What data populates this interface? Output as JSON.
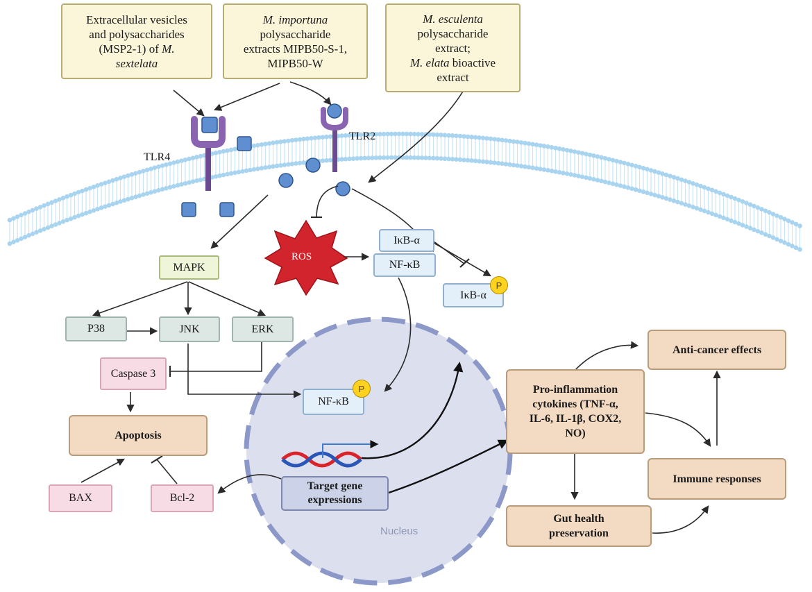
{
  "sources": {
    "sextelata": [
      "Extracellular vesicles",
      "and polysaccharides",
      "(MSP2-1) of ",
      "M.",
      "sextelata"
    ],
    "importuna": [
      "M. importuna",
      "polysaccharide",
      "extracts MIPB50-S-1,",
      "MIPB50-W"
    ],
    "esculenta": [
      "M. esculenta",
      "polysaccharide",
      "extract;",
      "M. elata",
      " bioactive",
      "extract"
    ]
  },
  "receptors": {
    "tlr4": "TLR4",
    "tlr2": "TLR2"
  },
  "ros": "ROS",
  "ikb_nfkb": {
    "ikb": "IκB-α",
    "nfkb": "NF-κB"
  },
  "ikb_p": {
    "label": "IκB-α",
    "badge": "P"
  },
  "nfkb_p": {
    "label": "NF-κB",
    "badge": "P"
  },
  "mapk": {
    "label": "MAPK",
    "p38": "P38",
    "jnk": "JNK",
    "erk": "ERK"
  },
  "caspase": "Caspase 3",
  "apoptosis": "Apoptosis",
  "bax": "BAX",
  "bcl2": "Bcl-2",
  "target": [
    "Target gene",
    "expressions"
  ],
  "nucleus": "Nucleus",
  "effects": {
    "cytokines": [
      "Pro-inflammation",
      "cytokines (TNF-α,",
      "IL-6, IL-1β, COX2,",
      "NO)"
    ],
    "anticancer": "Anti-cancer effects",
    "immune": "Immune responses",
    "gut": [
      "Gut health",
      "preservation"
    ]
  },
  "colors": {
    "membrane": "#a9d4ef",
    "receptor": "#8a63b1",
    "ligand": "#5f8fd0",
    "ros": "#d2242c",
    "nucleus_fill": "#dcdfee",
    "nucleus_border": "#8b98c8",
    "badge": "#ffd21f"
  }
}
